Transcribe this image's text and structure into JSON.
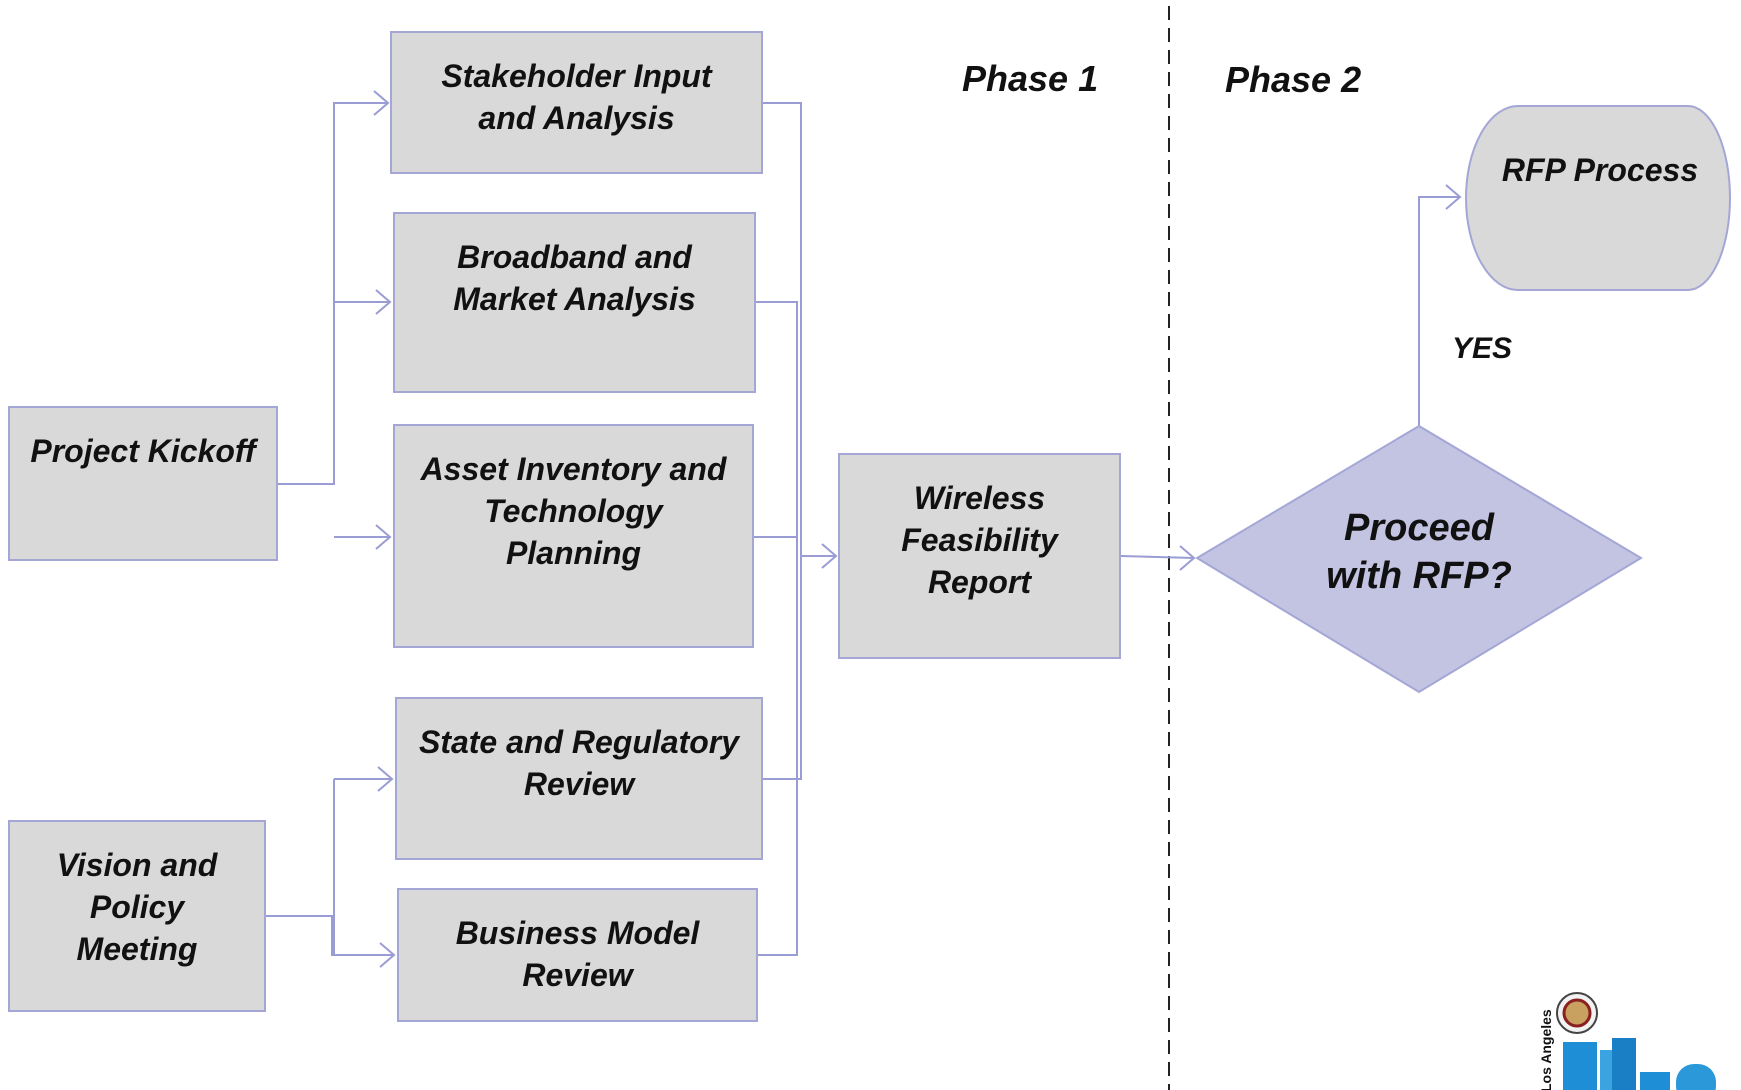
{
  "phase_labels": {
    "phase1": "Phase 1",
    "phase2": "Phase 2"
  },
  "nodes": {
    "project_kickoff": "Project Kickoff",
    "vision_policy": "Vision and\nPolicy\nMeeting",
    "stakeholder": "Stakeholder Input\nand Analysis",
    "broadband": "Broadband and\nMarket  Analysis",
    "asset_inventory": "Asset Inventory and\nTechnology\nPlanning",
    "state_regulatory": "State and Regulatory\nReview",
    "business_model": "Business Model\nReview",
    "wireless_report": "Wireless\nFeasibility\nReport",
    "decision": "Proceed\nwith RFP?",
    "rfp_process": "RFP Process"
  },
  "edge_labels": {
    "yes": "YES"
  },
  "logo": {
    "seal_text": "Los Angeles"
  },
  "colors": {
    "box_fill": "#d9d9d9",
    "box_border": "#a4a6d6",
    "decision_fill": "#c3c3e2",
    "connector": "#9a9cd4",
    "logo_blue": "#1e8fd6"
  }
}
